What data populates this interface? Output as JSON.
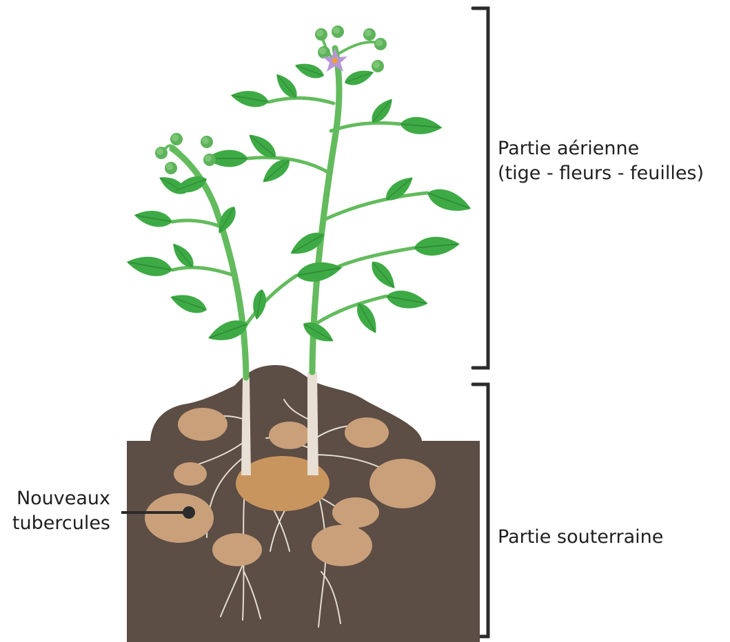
{
  "labels": {
    "aerial": {
      "line1": "Partie aérienne",
      "line2": "(tige - fleurs - feuilles)"
    },
    "underground": "Partie souterraine",
    "tubers": {
      "line1": "Nouveaux",
      "line2": "tubercules"
    }
  },
  "colors": {
    "soil_dark": "#5c4d45",
    "tuber": "#c9a07a",
    "mother_tuber": "#c9955f",
    "leaf": "#3eaa45",
    "stem": "#63bb5d",
    "flower": "#b996d8",
    "bracket": "#2b2b2b"
  }
}
